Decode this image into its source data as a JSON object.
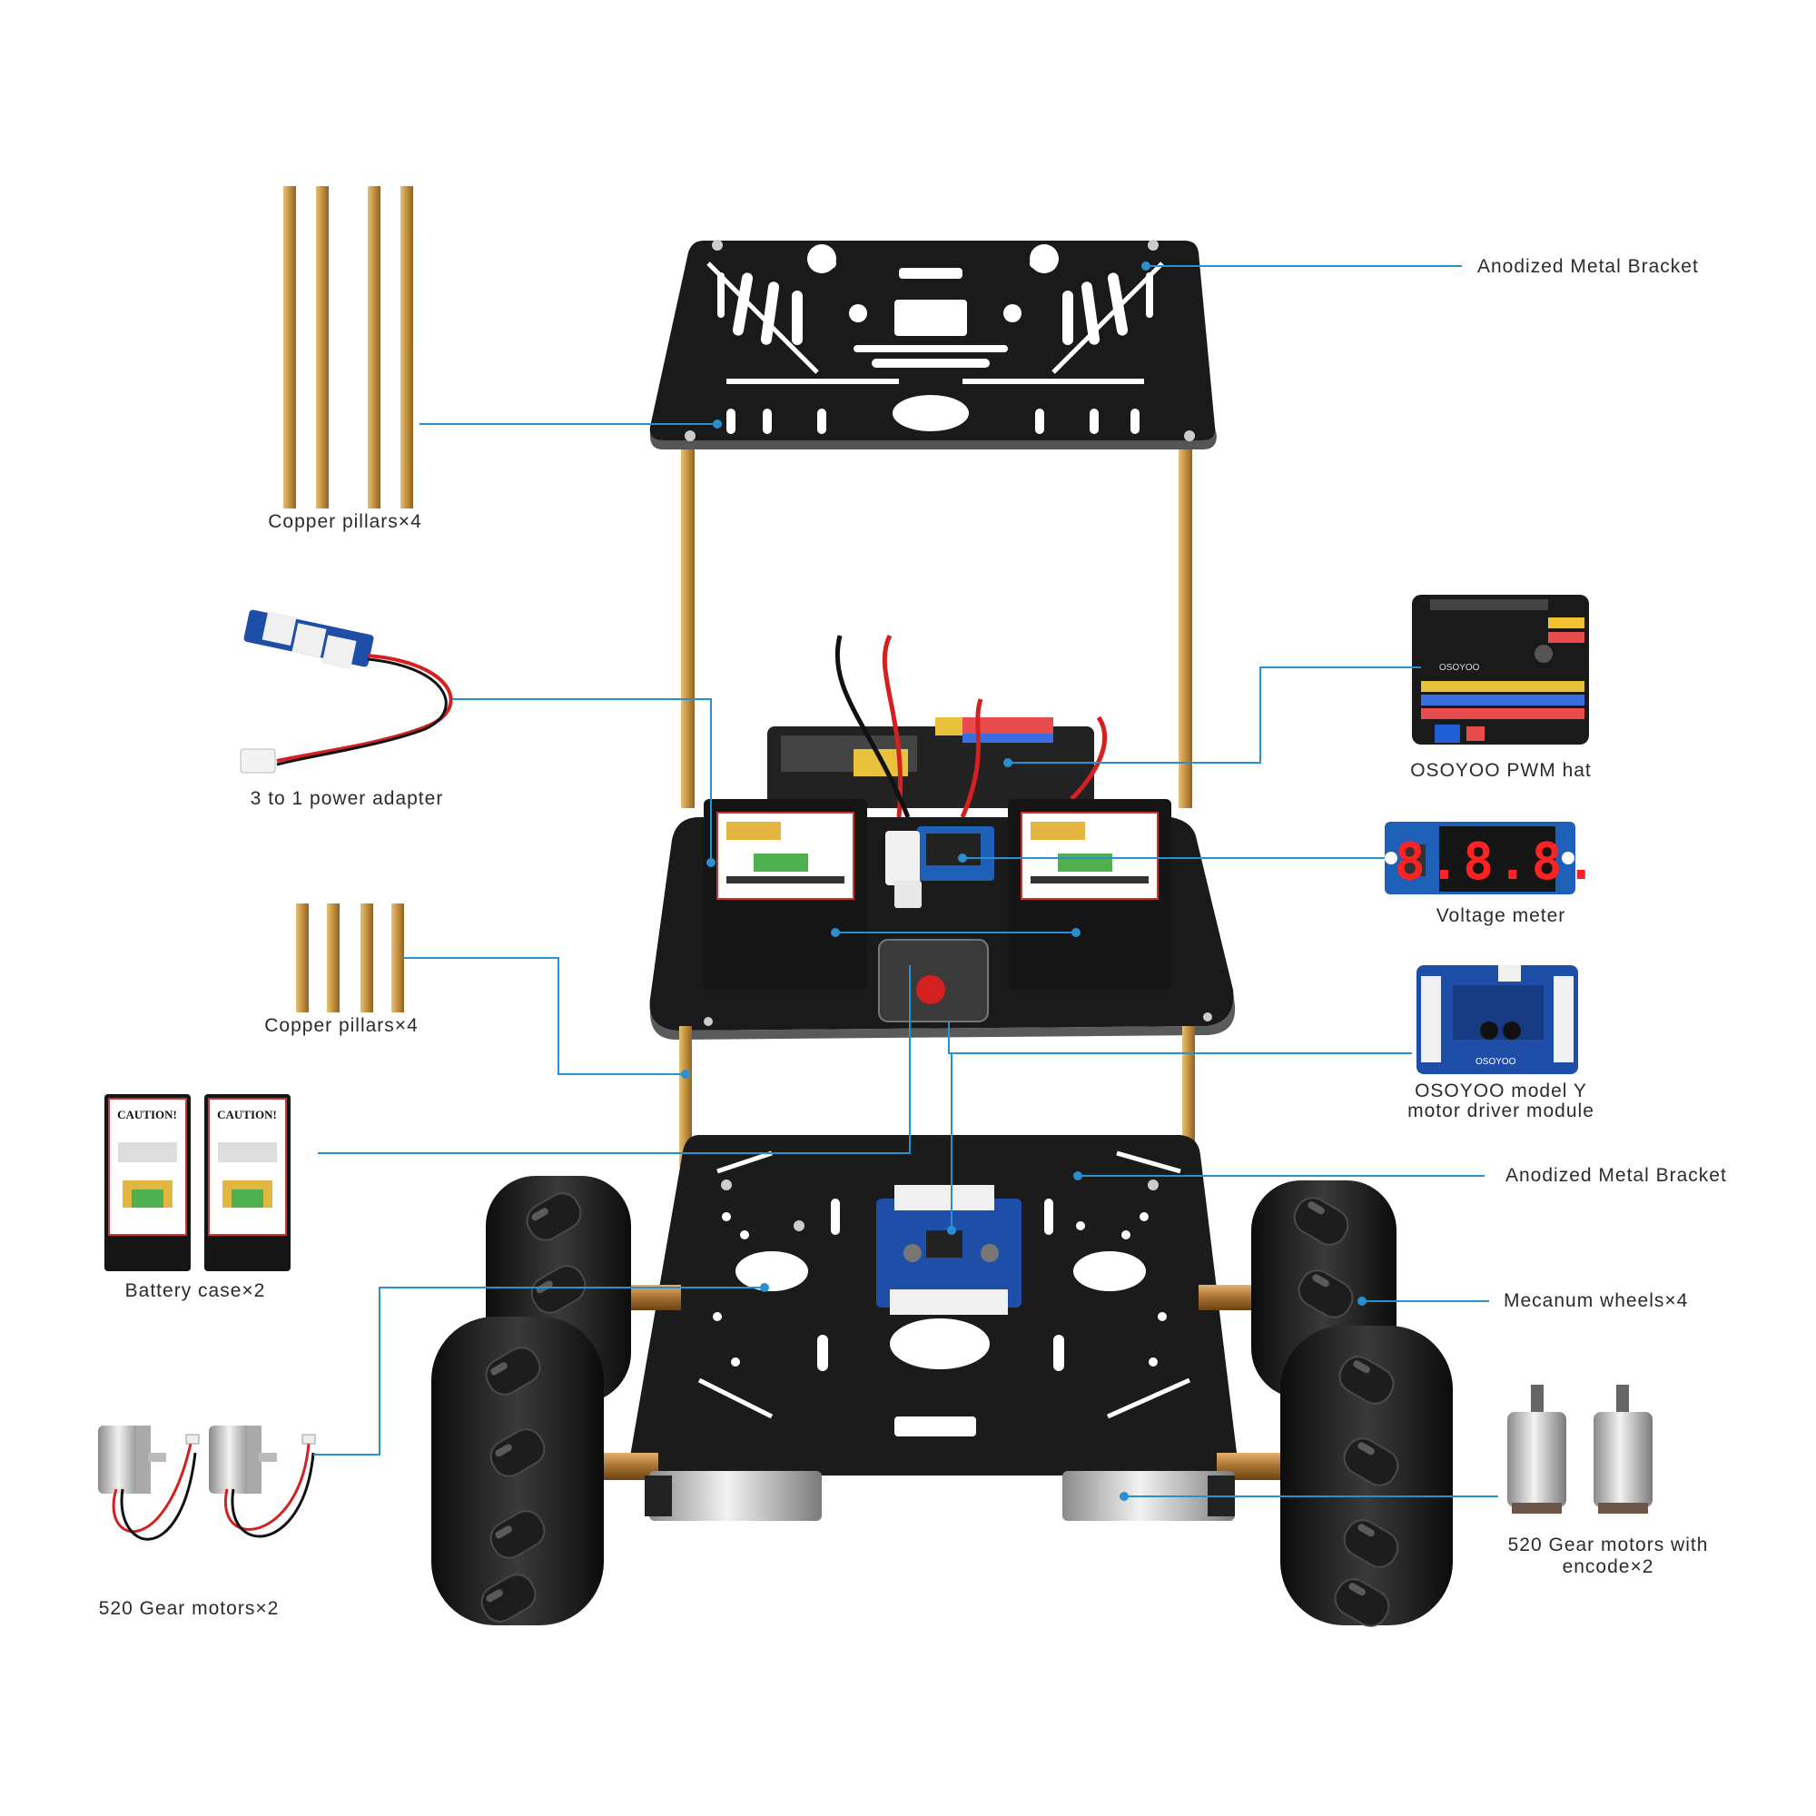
{
  "labels": {
    "top_bracket": "Anodized Metal Bracket",
    "copper_pillars_long": "Copper pillars×4",
    "power_adapter": "3 to 1 power adapter",
    "pwm_hat": "OSOYOO PWM hat",
    "voltage_meter": "Voltage meter",
    "copper_pillars_short": "Copper pillars×4",
    "driver_module_line1": "OSOYOO model Y",
    "driver_module_line2": "motor driver module",
    "bottom_bracket": "Anodized Metal Bracket",
    "battery_case": "Battery case×2",
    "mecanum_wheels": "Mecanum wheels×4",
    "gear_motors": "520 Gear motors×2",
    "encoder_motors_line1": "520 Gear motors with",
    "encoder_motors_line2": "encode×2"
  },
  "battery_sticker": {
    "caution": "CAUTION!"
  },
  "voltmeter_display": "8.8.8.",
  "pcb_brand": "OSOYOO",
  "colors": {
    "leader_line": "#2a8fcf",
    "plate": "#1b1b1b",
    "copper": "#c99a4a",
    "pcb_black": "#1a1a1a",
    "pcb_blue": "#1f4ea8",
    "wire_red": "#d42020",
    "led_red": "#ff2222"
  }
}
